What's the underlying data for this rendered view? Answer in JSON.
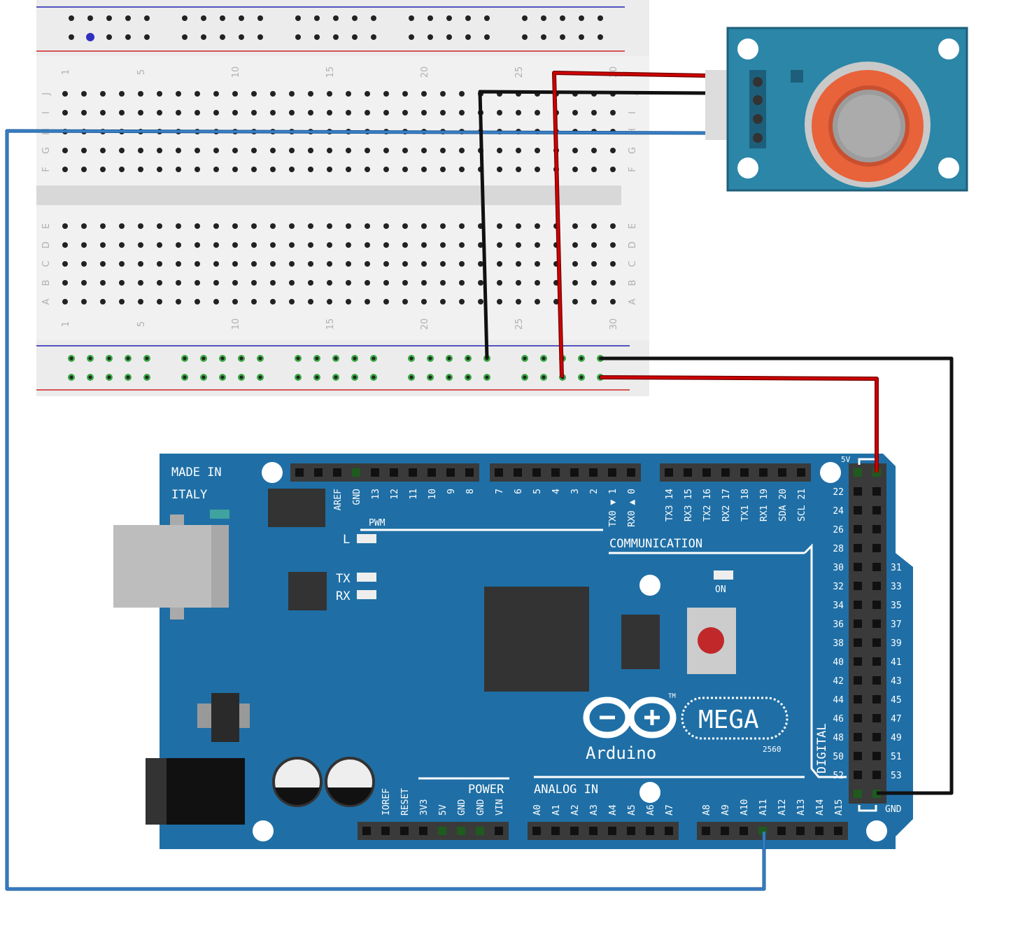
{
  "breadboard": {
    "column_numbers": [
      "1",
      "5",
      "10",
      "15",
      "20",
      "25",
      "30"
    ],
    "rows_top": [
      "J",
      "I",
      "H",
      "G",
      "F"
    ],
    "rows_bottom": [
      "E",
      "D",
      "C",
      "B",
      "A"
    ]
  },
  "sensor": {
    "pins": 4
  },
  "arduino": {
    "made_in": "MADE IN",
    "italy": "ITALY",
    "pwm": "PWM",
    "l_led": "L",
    "tx": "TX",
    "rx": "RX",
    "on": "ON",
    "communication": "COMMUNICATION",
    "power": "POWER",
    "analog_in": "ANALOG IN",
    "digital": "DIGITAL",
    "brand": "Arduino",
    "model": "MEGA",
    "model_num": "2560",
    "tm": "TM",
    "five_v": "5V",
    "gnd": "GND",
    "header1": [
      "AREF",
      "GND",
      "13",
      "12",
      "11",
      "10",
      "9",
      "8"
    ],
    "header2": [
      "7",
      "6",
      "5",
      "4",
      "3",
      "2",
      "TX0 ▼ 1",
      "RX0 ▲ 0"
    ],
    "header3": [
      "TX3 14",
      "RX3 15",
      "TX2 16",
      "RX2 17",
      "TX1 18",
      "RX1 19",
      "SDA 20",
      "SCL 21"
    ],
    "right_even": [
      "22",
      "24",
      "26",
      "28",
      "30",
      "32",
      "34",
      "36",
      "38",
      "40",
      "42",
      "44",
      "46",
      "48",
      "50",
      "52"
    ],
    "right_odd": [
      "31",
      "33",
      "35",
      "37",
      "39",
      "41",
      "43",
      "45",
      "47",
      "49",
      "51",
      "53"
    ],
    "power_pins": [
      "IOREF",
      "RESET",
      "3V3",
      "5V",
      "GND",
      "GND",
      "VIN"
    ],
    "analog_a": [
      "A0",
      "A1",
      "A2",
      "A3",
      "A4",
      "A5",
      "A6",
      "A7"
    ],
    "analog_b": [
      "A8",
      "A9",
      "A10",
      "A11",
      "A12",
      "A13",
      "A14",
      "A15"
    ]
  },
  "colors": {
    "board": "#1f6fa6",
    "wire_red": "#d40000",
    "wire_black": "#111111",
    "wire_blue": "#3a7fc4",
    "sensor_board": "#2b86a8",
    "sensor_ring": "#e8623a"
  }
}
